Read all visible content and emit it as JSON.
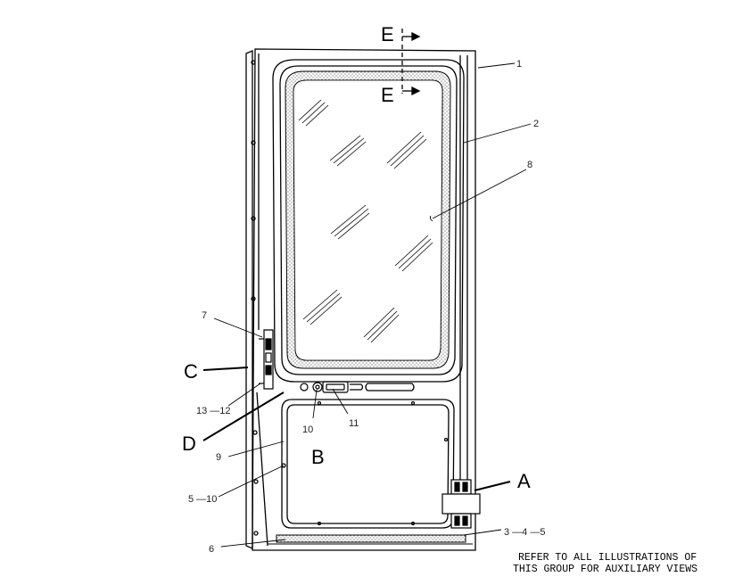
{
  "callouts": {
    "c1": "1",
    "c2": "2",
    "c8": "8",
    "c7": "7",
    "c13_12": "13 —12",
    "c10": "10",
    "c11": "11",
    "c9": "9",
    "c5_10": "5 —10",
    "c6": "6",
    "c3_4_5": "3 —4 —5"
  },
  "views": {
    "e_top": "E",
    "e_bottom": "E",
    "a": "A",
    "b": "B",
    "c": "C",
    "d": "D"
  },
  "note": {
    "line1": "REFER TO ALL ILLUSTRATIONS OF",
    "line2": "THIS GROUP FOR AUXILIARY VIEWS"
  }
}
